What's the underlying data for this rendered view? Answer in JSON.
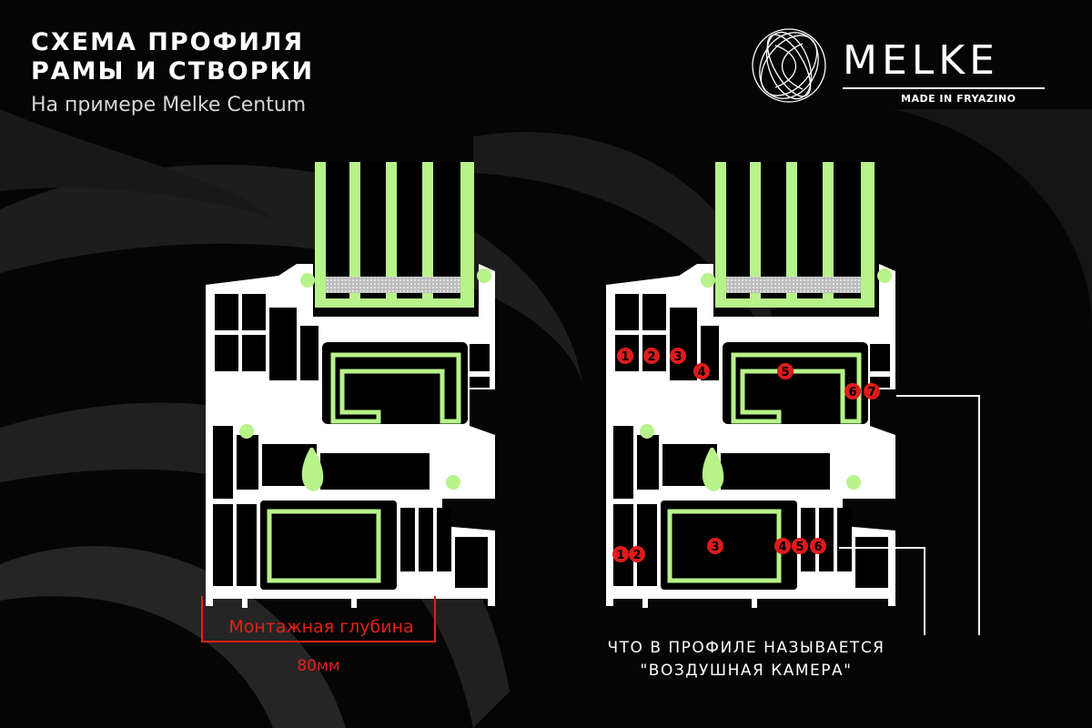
{
  "header": {
    "title_line1": "СХЕМА ПРОФИЛЯ",
    "title_line2": "РАМЫ И СТВОРКИ",
    "subtitle": "На примере Melke Centum"
  },
  "logo": {
    "brand": "MELKE",
    "tagline": "MADE IN FRYAZINO"
  },
  "left_profile": {
    "depth_label": "Монтажная глубина",
    "depth_value": "80мм"
  },
  "right_profile": {
    "sash_chambers": [
      "1",
      "2",
      "3",
      "4",
      "5",
      "6",
      "7"
    ],
    "frame_chambers": [
      "1",
      "2",
      "3",
      "4",
      "5",
      "6"
    ],
    "caption_line1": "ЧТО В ПРОФИЛЕ НАЗЫВАЕТСЯ",
    "caption_line2": "\"ВОЗДУШНАЯ КАМЕРА\""
  },
  "colors": {
    "background": "#050505",
    "profile": "#ffffff",
    "reinforcement": "#b8f28a",
    "glass_spacer": "#cfcfcf",
    "accent_red": "#e3211b",
    "marker_red": "#e01b1b"
  }
}
